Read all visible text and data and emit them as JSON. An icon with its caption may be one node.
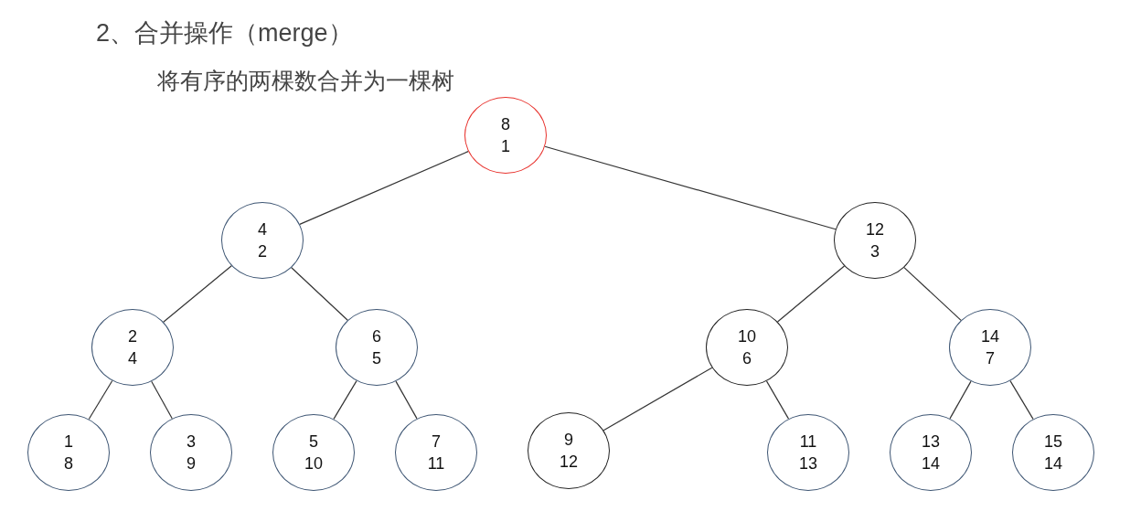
{
  "diagram": {
    "title": "2、合并操作（merge）",
    "nodes": [
      {
        "text": [
          "8",
          "1"
        ]
      },
      {
        "text": [
          "4",
          "2"
        ]
      },
      {
        "text": [
          "12",
          "3"
        ]
      },
      {
        "text": [
          "2",
          "4"
        ]
      },
      {
        "text": [
          "6",
          "5"
        ]
      },
      {
        "text": [
          "10",
          "6"
        ]
      },
      {
        "text": [
          "14",
          "7"
        ]
      },
      {
        "text": [
          "1",
          "8"
        ]
      },
      {
        "text": [
          "3",
          "9"
        ]
      },
      {
        "text": [
          "5",
          "10"
        ]
      },
      {
        "text": [
          "7",
          "11"
        ]
      },
      {
        "text": [
          "9",
          "12"
        ]
      },
      {
        "text": [
          "11",
          "13"
        ]
      },
      {
        "text": [
          "13",
          "14"
        ]
      },
      {
        "text": [
          "15",
          "14"
        ]
      }
    ],
    "edges": [
      {
        "from": 0,
        "to": 1,
        "arrow": "none"
      },
      {
        "from": 0,
        "to": 2,
        "arrow": "none"
      },
      {
        "from": 1,
        "to": 3,
        "arrow": "none"
      },
      {
        "from": 1,
        "to": 4,
        "arrow": "none"
      },
      {
        "from": 2,
        "to": 5,
        "arrow": "none"
      },
      {
        "from": 2,
        "to": 6,
        "arrow": "none"
      },
      {
        "from": 3,
        "to": 7,
        "arrow": "none"
      },
      {
        "from": 3,
        "to": 8,
        "arrow": "none"
      },
      {
        "from": 4,
        "to": 9,
        "arrow": "none"
      },
      {
        "from": 4,
        "to": 10,
        "arrow": "none"
      },
      {
        "from": 5,
        "to": 11,
        "arrow": "none"
      },
      {
        "from": 5,
        "to": 12,
        "arrow": "none"
      },
      {
        "from": 6,
        "to": 13,
        "arrow": "none"
      },
      {
        "from": 6,
        "to": 14,
        "arrow": "none"
      }
    ],
    "labels": [
      "将有序的两棵数合并为一棵树"
    ]
  }
}
